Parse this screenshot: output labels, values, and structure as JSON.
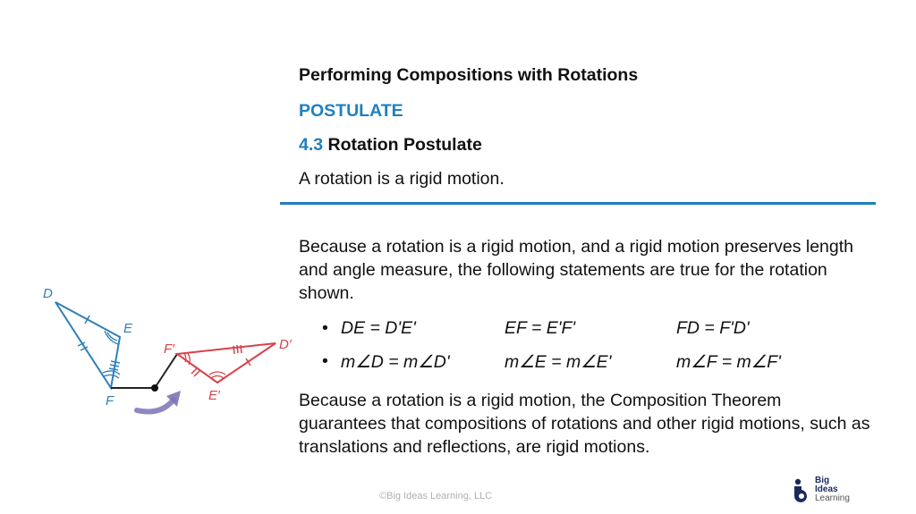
{
  "header": {
    "title": "Performing Compositions with Rotations",
    "category": "POSTULATE",
    "postulate_number": "4.3",
    "postulate_name": "Rotation Postulate",
    "statement": "A rotation is a rigid motion."
  },
  "body": {
    "paragraph1": "Because a rotation is a rigid motion, and a rigid motion preserves length and angle measure, the following statements are true for the rotation shown.",
    "bullet_glyph": "•",
    "bullets": [
      [
        "DE = D'E'",
        "EF = E'F'",
        "FD = F'D'"
      ],
      [
        "m∠D = m∠D'",
        "m∠E = m∠E'",
        "m∠F = m∠F'"
      ]
    ],
    "paragraph2": "Because a rotation is a rigid motion, the Composition Theorem guarantees that compositions of rotations and other rigid motions, such as translations and reflections, are rigid motions."
  },
  "figure": {
    "labels": {
      "D": "D",
      "E": "E",
      "F": "F",
      "D_prime": "D′",
      "E_prime": "E′",
      "F_prime": "F′"
    },
    "colors": {
      "original": "#2e7fb8",
      "image": "#d9414a",
      "arrow": "#7a73b6",
      "connector": "#222222"
    }
  },
  "footer": {
    "copyright": "©Big Ideas Learning, LLC",
    "logo_line1": "Big",
    "logo_line2": "Ideas",
    "logo_line3": "Learning"
  }
}
